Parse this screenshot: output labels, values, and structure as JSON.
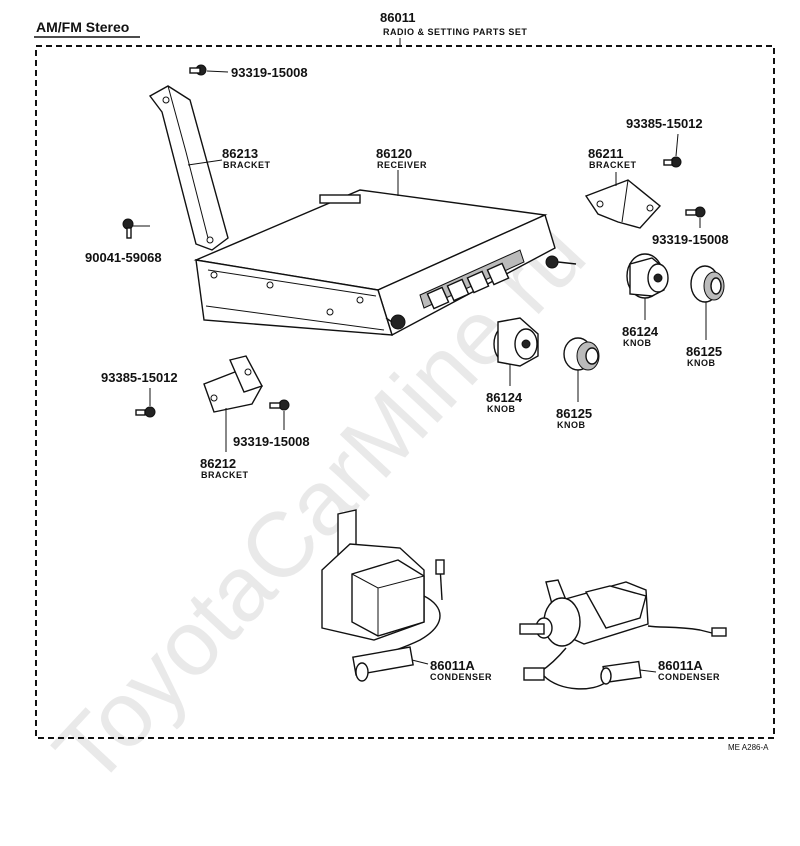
{
  "header": {
    "title": "AM/FM Stereo"
  },
  "set": {
    "code": "86011",
    "desc": "RADIO & SETTING PARTS SET"
  },
  "parts": {
    "bolt_top": {
      "code": "93319-15008"
    },
    "bracket_86213": {
      "code": "86213",
      "desc": "BRACKET"
    },
    "receiver": {
      "code": "86120",
      "desc": "RECEIVER"
    },
    "screw_90041": {
      "code": "90041-59068"
    },
    "bracket_86211": {
      "code": "86211",
      "desc": "BRACKET"
    },
    "screw_93385_right": {
      "code": "93385-15012"
    },
    "bolt_right": {
      "code": "93319-15008"
    },
    "knob_86124_right": {
      "code": "86124",
      "desc": "KNOB"
    },
    "knob_86125_right": {
      "code": "86125",
      "desc": "KNOB"
    },
    "knob_86124_center": {
      "code": "86124",
      "desc": "KNOB"
    },
    "knob_86125_center": {
      "code": "86125",
      "desc": "KNOB"
    },
    "screw_93385_left": {
      "code": "93385-15012"
    },
    "bolt_left": {
      "code": "93319-15008"
    },
    "bracket_86212": {
      "code": "86212",
      "desc": "BRACKET"
    },
    "condenser_left": {
      "code": "86011A",
      "desc": "CONDENSER"
    },
    "condenser_right": {
      "code": "86011A",
      "desc": "CONDENSER"
    }
  },
  "reference": "ME A286-A",
  "watermark": "ToyotaCarMine.ru"
}
